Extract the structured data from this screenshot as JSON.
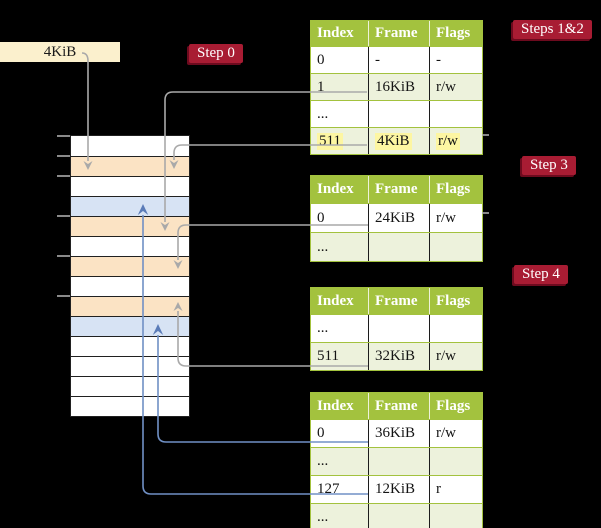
{
  "labels": {
    "frame_4kib": "4KiB"
  },
  "badges": {
    "step0": "Step 0",
    "steps12": "Steps 1&2",
    "step3": "Step 3",
    "step4": "Step 4"
  },
  "colors": {
    "background": "#000000",
    "table_green": "#a3c23e",
    "row_green": "#edf2dc",
    "row_white": "#ffffff",
    "highlight_yellow": "#fdf6a2",
    "badge_red": "#a81c33",
    "frame_label_cream": "#fbf0cd",
    "memory_orange": "#fbe3c4",
    "memory_blue": "#d7e3f4",
    "gray_connector": "#a9a9a9",
    "blue_connector": "#7090c5"
  },
  "memory": {
    "row_colors": [
      "white",
      "orange",
      "white",
      "blue",
      "orange",
      "white",
      "orange",
      "white",
      "orange",
      "blue",
      "white",
      "white",
      "white",
      "white"
    ],
    "tick_row_indices": [
      0,
      1,
      2,
      4,
      6,
      8
    ]
  },
  "tables": [
    {
      "name": "page-table-steps-1-2",
      "headers": [
        "Index",
        "Frame",
        "Flags"
      ],
      "rows": [
        {
          "cells": [
            "0",
            "-",
            "-"
          ],
          "shade": "white",
          "highlight": false
        },
        {
          "cells": [
            "1",
            "16KiB",
            "r/w"
          ],
          "shade": "green",
          "highlight": false
        },
        {
          "cells": [
            "...",
            "",
            ""
          ],
          "shade": "white",
          "highlight": false
        },
        {
          "cells": [
            "511",
            "4KiB",
            "r/w"
          ],
          "shade": "green",
          "highlight": true
        }
      ]
    },
    {
      "name": "page-table-step-3",
      "headers": [
        "Index",
        "Frame",
        "Flags"
      ],
      "rows": [
        {
          "cells": [
            "0",
            "24KiB",
            "r/w"
          ],
          "shade": "white",
          "highlight": false
        },
        {
          "cells": [
            "...",
            "",
            ""
          ],
          "shade": "green",
          "highlight": false
        }
      ]
    },
    {
      "name": "page-table-step-4",
      "headers": [
        "Index",
        "Frame",
        "Flags"
      ],
      "rows": [
        {
          "cells": [
            "...",
            "",
            ""
          ],
          "shade": "white",
          "highlight": false
        },
        {
          "cells": [
            "511",
            "32KiB",
            "r/w"
          ],
          "shade": "green",
          "highlight": false
        }
      ]
    },
    {
      "name": "page-table-final",
      "headers": [
        "Index",
        "Frame",
        "Flags"
      ],
      "rows": [
        {
          "cells": [
            "0",
            "36KiB",
            "r/w"
          ],
          "shade": "white",
          "highlight": false
        },
        {
          "cells": [
            "...",
            "",
            ""
          ],
          "shade": "green",
          "highlight": false
        },
        {
          "cells": [
            "127",
            "12KiB",
            "r"
          ],
          "shade": "white",
          "highlight": false
        },
        {
          "cells": [
            "...",
            "",
            ""
          ],
          "shade": "green",
          "highlight": false
        }
      ]
    }
  ]
}
